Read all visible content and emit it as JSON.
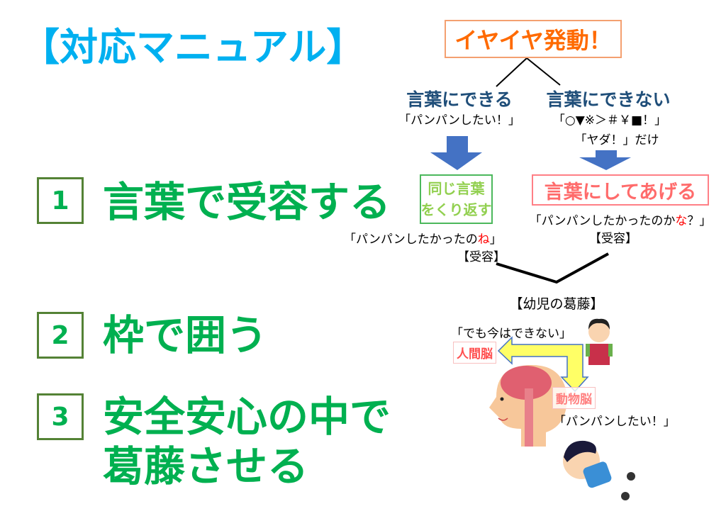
{
  "title": "【対応マニュアル】",
  "steps": [
    {
      "number": "1",
      "lines": [
        "言葉で受容する"
      ]
    },
    {
      "number": "2",
      "lines": [
        "枠で囲う"
      ]
    },
    {
      "number": "3",
      "lines": [
        "安全安心の中で",
        "葛藤させる"
      ]
    }
  ],
  "diagram": {
    "trigger": "イヤイヤ発動！",
    "left": {
      "heading": "言葉にできる",
      "quote": "「パンパンしたい！」",
      "action_lines": [
        "同じ言葉",
        "をくり返す"
      ],
      "response_pre": "「パンパンしたかったの",
      "response_em": "ね",
      "response_post": "」",
      "tag": "【受容】"
    },
    "right": {
      "heading": "言葉にできない",
      "quote1": "「○▼※＞＃￥■！」",
      "quote2": "「ヤダ！」だけ",
      "action": "言葉にしてあげる",
      "response_pre": "「パンパンしたかったのか",
      "response_em": "な",
      "response_post": "？」",
      "tag": "【受容】"
    },
    "conflict_title": "【幼児の葛藤】",
    "mother_quote": "「でも今はできない」",
    "human_brain": "人間脳",
    "animal_brain": "動物脳",
    "child_quote": "「パンパンしたい！」"
  },
  "colors": {
    "title": "#00b0f0",
    "green": "#00b050",
    "orange": "#ff6a00",
    "navy": "#1f4e79",
    "blue_arrow": "#4472c4",
    "light_green": "#92d050",
    "pink": "#ff6b6b"
  }
}
